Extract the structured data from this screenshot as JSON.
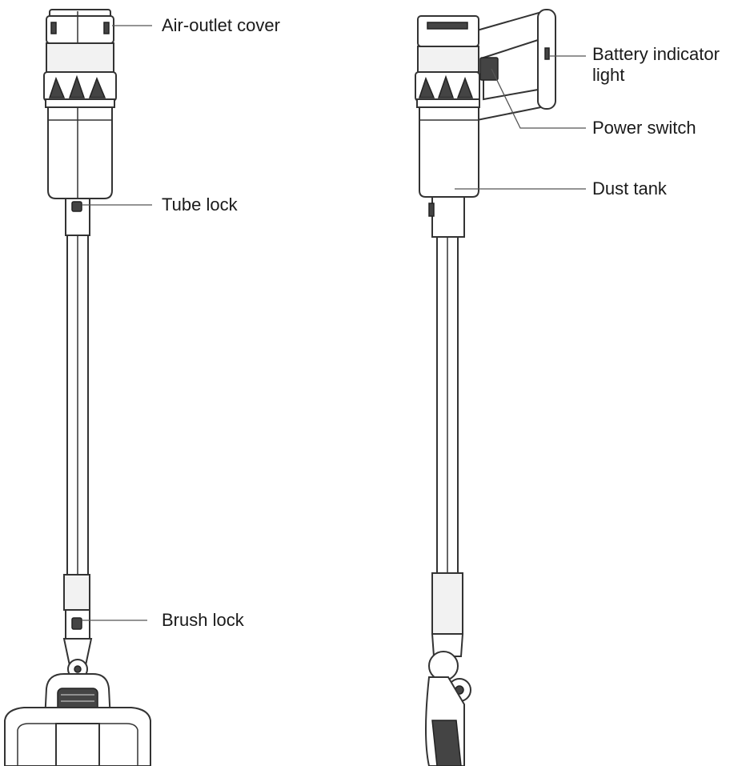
{
  "labels": {
    "air_outlet_cover": "Air-outlet cover",
    "tube_lock": "Tube lock",
    "brush_lock": "Brush lock",
    "battery_indicator_line1": "Battery indicator",
    "battery_indicator_line2": "light",
    "power_switch": "Power switch",
    "dust_tank": "Dust tank"
  }
}
